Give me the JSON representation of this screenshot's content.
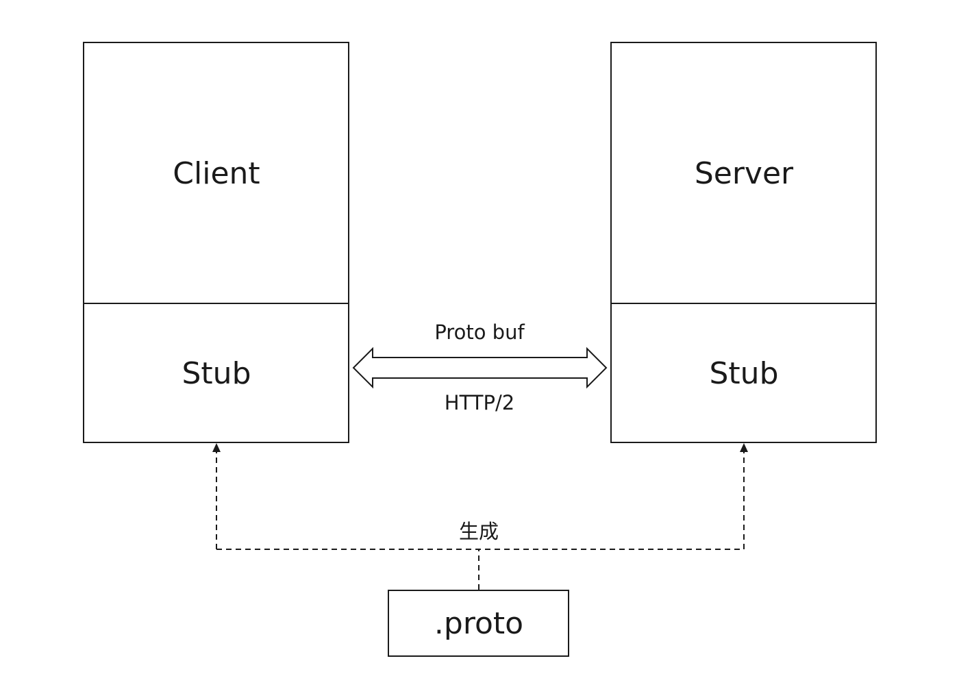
{
  "client": {
    "title": "Client",
    "stub": "Stub"
  },
  "server": {
    "title": "Server",
    "stub": "Stub"
  },
  "connection": {
    "top_label": "Proto buf",
    "bottom_label": "HTTP/2"
  },
  "generation": {
    "label": "生成"
  },
  "proto_file": {
    "label": ".proto"
  }
}
